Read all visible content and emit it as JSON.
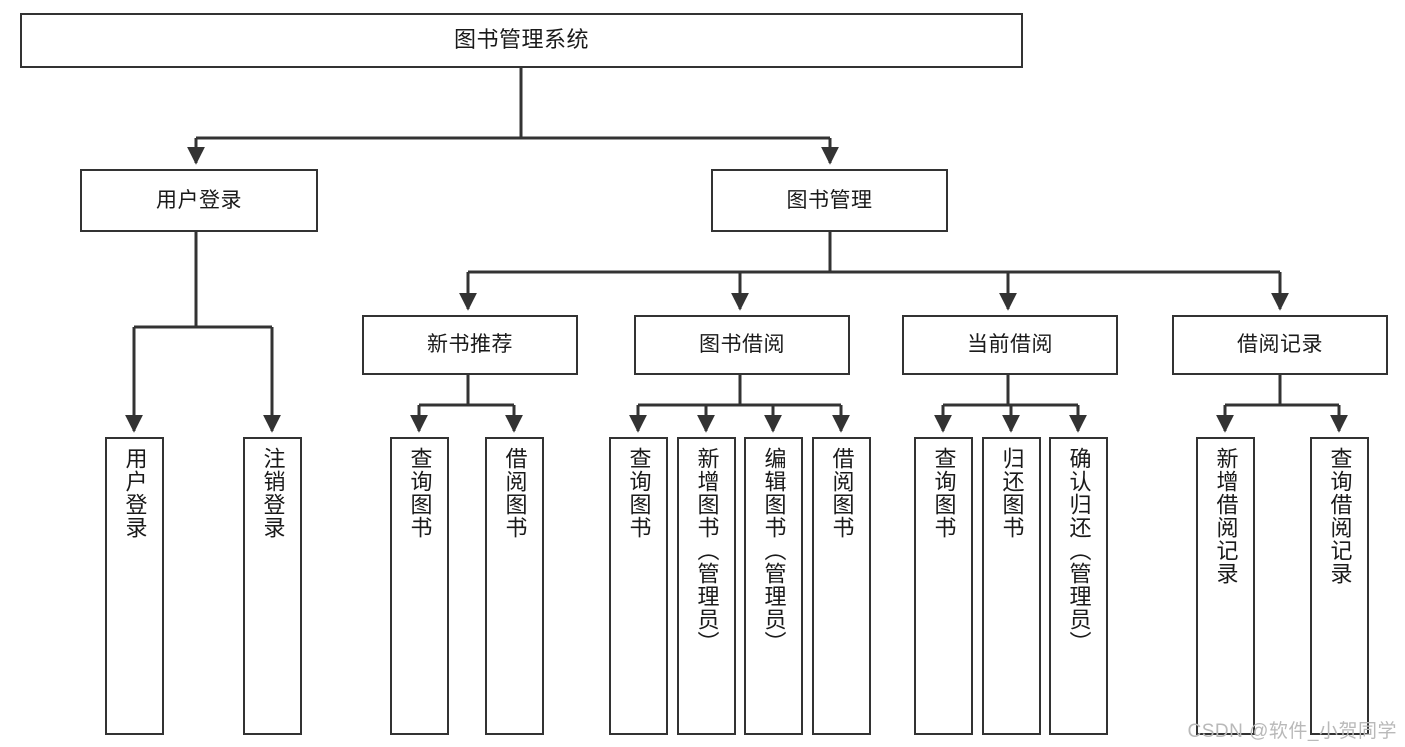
{
  "diagram": {
    "title": "图书管理系统",
    "watermark": "CSDN @软件_小贺同学",
    "line_color": "#333333",
    "box_fill": "#ffffff",
    "text_color": "#1a1a1a",
    "watermark_color": "#b9b9b9"
  },
  "nodes": {
    "root": {
      "label": "图书管理系统"
    },
    "level2": [
      {
        "label": "用户登录"
      },
      {
        "label": "图书管理"
      }
    ],
    "level3": [
      {
        "label": "新书推荐"
      },
      {
        "label": "图书借阅"
      },
      {
        "label": "当前借阅"
      },
      {
        "label": "借阅记录"
      }
    ],
    "leaves": {
      "user_login": [
        {
          "label": "用户登录"
        },
        {
          "label": "注销登录"
        }
      ],
      "new_book_recommend": [
        {
          "label": "查询图书"
        },
        {
          "label": "借阅图书"
        }
      ],
      "book_borrow": [
        {
          "label": "查询图书"
        },
        {
          "label": "新增图书（管理员）"
        },
        {
          "label": "编辑图书（管理员）"
        },
        {
          "label": "借阅图书"
        }
      ],
      "current_borrow": [
        {
          "label": "查询图书"
        },
        {
          "label": "归还图书"
        },
        {
          "label": "确认归还（管理员）"
        }
      ],
      "borrow_record": [
        {
          "label": "新增借阅记录"
        },
        {
          "label": "查询借阅记录"
        }
      ]
    }
  }
}
